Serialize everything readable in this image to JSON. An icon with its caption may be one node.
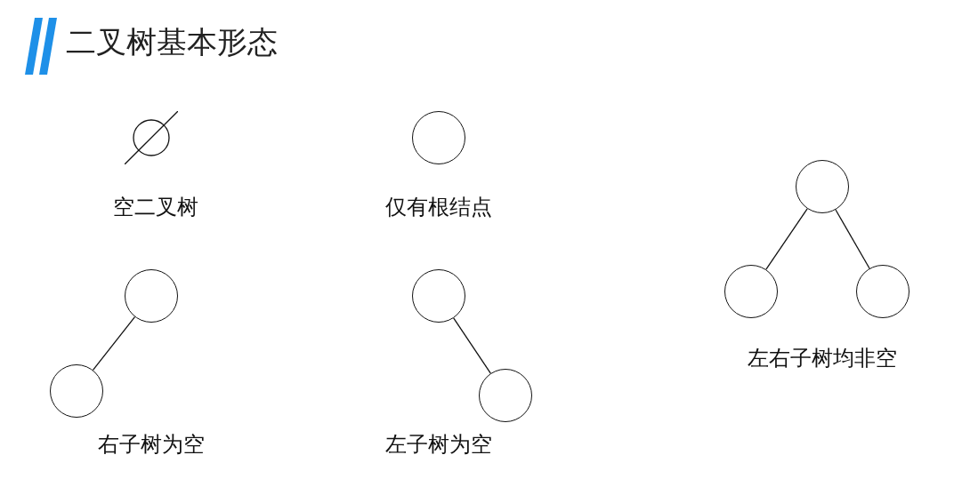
{
  "diagram": {
    "title": "二叉树基本形态",
    "nodes": [
      {
        "text": [],
        "shape": "circle"
      },
      {
        "text": [],
        "shape": "circle"
      },
      {
        "text": [],
        "shape": "circle"
      },
      {
        "text": [],
        "shape": "circle"
      },
      {
        "text": [],
        "shape": "circle"
      },
      {
        "text": [],
        "shape": "circle"
      },
      {
        "text": [],
        "shape": "circle"
      },
      {
        "text": [],
        "shape": "circle"
      },
      {
        "text": [],
        "shape": "circle"
      }
    ],
    "edges": [
      {
        "from": 2,
        "to": 3,
        "arrow": "none"
      },
      {
        "from": 4,
        "to": 5,
        "arrow": "none"
      },
      {
        "from": 6,
        "to": 7,
        "arrow": "none"
      },
      {
        "from": 6,
        "to": 8,
        "arrow": "none"
      }
    ],
    "labels": [
      "空二叉树",
      "仅有根结点",
      "左右子树均非空",
      "右子树为空",
      "左子树为空"
    ]
  }
}
